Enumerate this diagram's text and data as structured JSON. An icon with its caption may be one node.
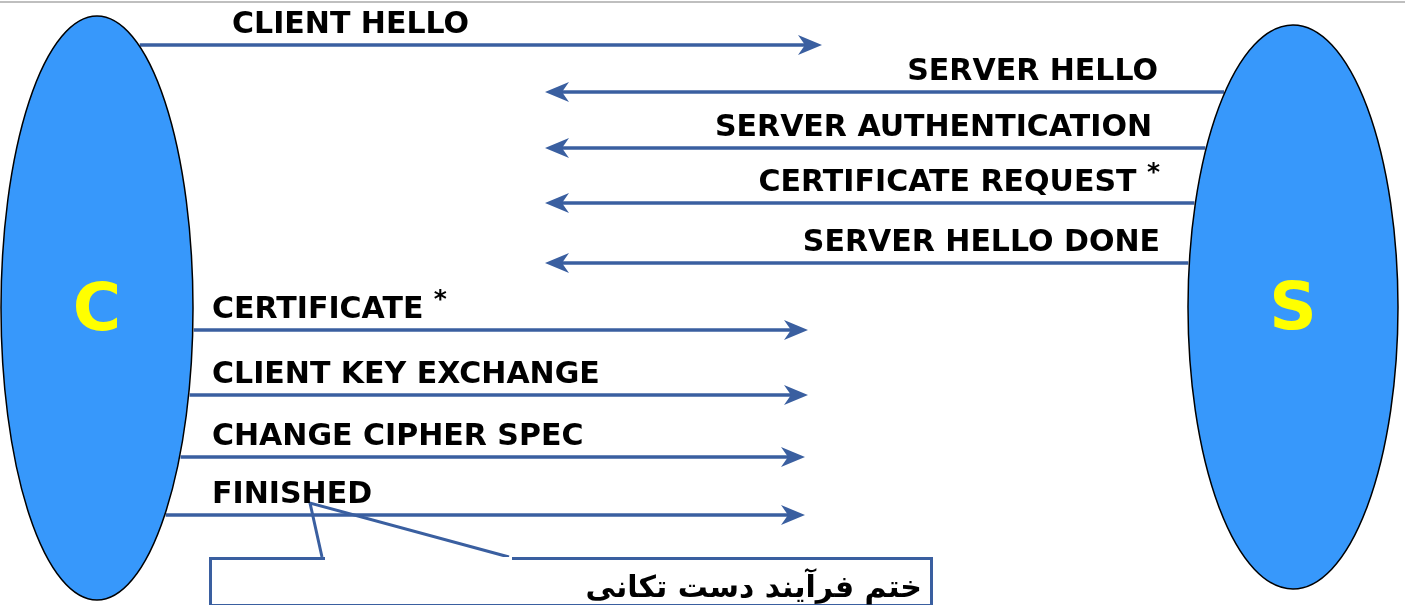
{
  "diagram": {
    "nodes": [
      {
        "text": [
          "C"
        ]
      },
      {
        "text": [
          "S"
        ]
      },
      {
        "text": [
          "ختم فرآیند دست تکانی"
        ]
      }
    ],
    "edges": [
      {
        "from": 0,
        "to": null,
        "arrow": "to",
        "label": "CLIENT HELLO"
      },
      {
        "from": 1,
        "to": null,
        "arrow": "to",
        "label": "SERVER HELLO"
      },
      {
        "from": 1,
        "to": null,
        "arrow": "to",
        "label": "SERVER AUTHENTICATION"
      },
      {
        "from": 1,
        "to": null,
        "arrow": "to",
        "label": "CERTIFICATE REQUEST $^{*}$"
      },
      {
        "from": 1,
        "to": null,
        "arrow": "to",
        "label": "SERVER HELLO DONE"
      },
      {
        "from": 0,
        "to": null,
        "arrow": "to",
        "label": "CERTIFICATE $^{*}$"
      },
      {
        "from": 0,
        "to": null,
        "arrow": "to",
        "label": "CLIENT KEY EXCHANGE"
      },
      {
        "from": 0,
        "to": null,
        "arrow": "to",
        "label": "CHANGE CIPHER SPEC"
      },
      {
        "from": 0,
        "to": null,
        "arrow": "to",
        "label": "FINISHED"
      },
      {
        "from": 2,
        "to": null,
        "arrow": "none"
      }
    ]
  }
}
